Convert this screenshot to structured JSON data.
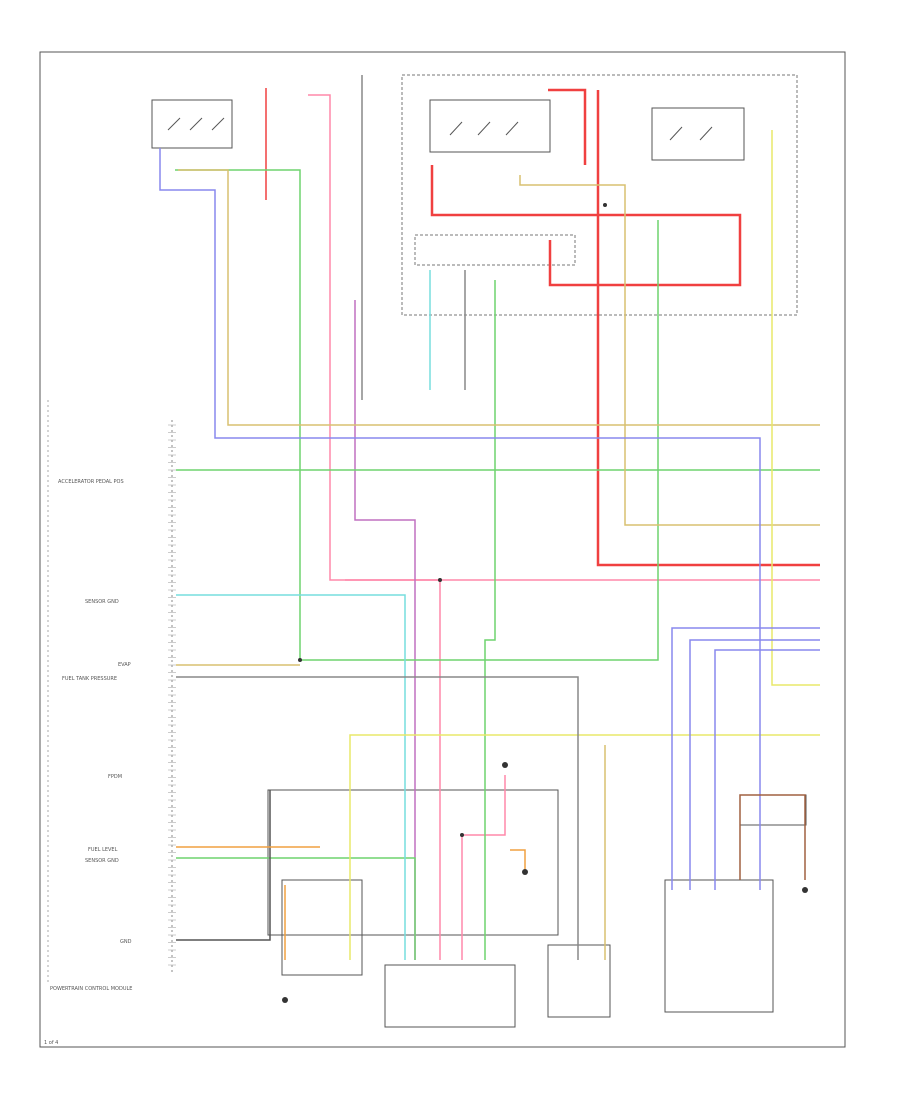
{
  "labels": {
    "left_1": "ACCELERATOR PEDAL POS",
    "left_2": "SENSOR GND",
    "left_3": "EVAP",
    "left_4": "FUEL TANK PRESSURE",
    "left_5": "FPDM",
    "left_6": "FUEL LEVEL",
    "left_7": "SENSOR GND",
    "left_8": "GND",
    "bottom_left": "POWERTRAIN CONTROL MODULE",
    "page_number": "1 of 4"
  },
  "colors": {
    "wire_red": "#f04040",
    "wire_pink": "#ff88aa",
    "wire_green": "#6fd36f",
    "wire_yellow": "#e8e86a",
    "wire_tan": "#d8c070",
    "wire_blue": "#8888ee",
    "wire_cyan": "#77dddd",
    "wire_orange": "#f0a040",
    "wire_gray": "#888888",
    "wire_brown": "#a06040",
    "wire_violet": "#c070c0"
  }
}
